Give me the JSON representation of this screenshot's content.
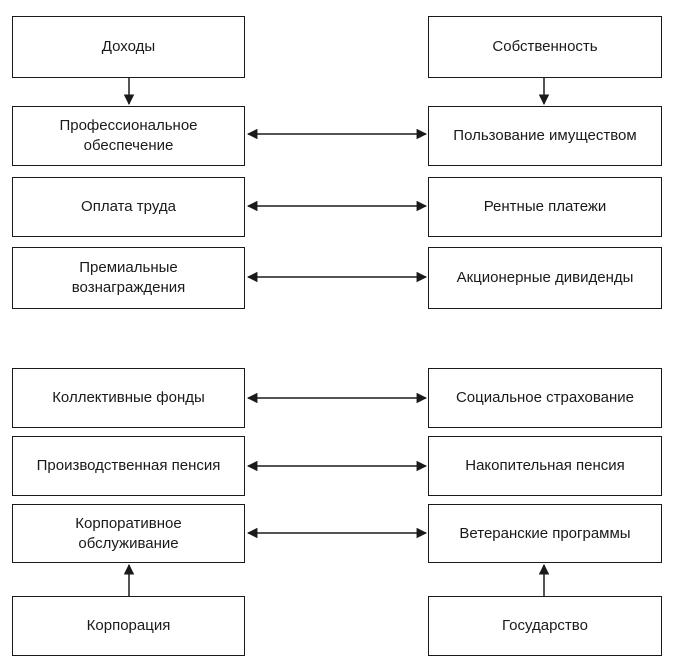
{
  "top": {
    "left_source": "Доходы",
    "right_source": "Собственность",
    "pairs": [
      {
        "left": "Профессиональное\nобеспечение",
        "right": "Пользование имуществом"
      },
      {
        "left": "Оплата труда",
        "right": "Рентные платежи"
      },
      {
        "left": "Премиальные\nвознаграждения",
        "right": "Акционерные дивиденды"
      }
    ]
  },
  "bottom": {
    "pairs": [
      {
        "left": "Коллективные фонды",
        "right": "Социальное страхование"
      },
      {
        "left": "Производственная пенсия",
        "right": "Накопительная пенсия"
      },
      {
        "left": "Корпоративное\nобслуживание",
        "right": "Ветеранские программы"
      }
    ],
    "left_source": "Корпорация",
    "right_source": "Государство"
  },
  "colors": {
    "stroke": "#1a1a1a",
    "fill": "#ffffff"
  }
}
